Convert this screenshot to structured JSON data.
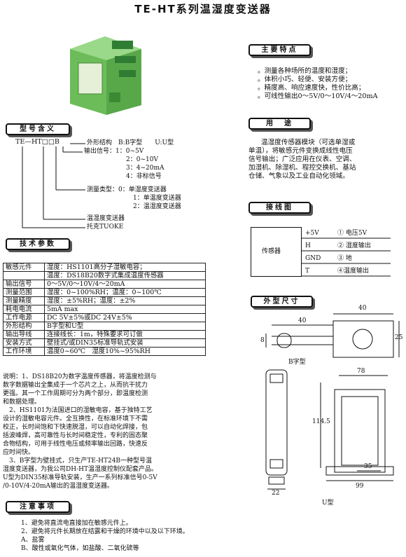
{
  "title": "TE-HT系列温湿度变送器",
  "sections": {
    "features": "主要特点",
    "use": "用　途",
    "wiring": "接线图",
    "model": "型号含义",
    "dims": "外型尺寸",
    "tech": "技术参数",
    "notes": "注意事项"
  },
  "features": [
    "。测量各种场所的温度和湿度；",
    "。体积小巧、轻便、安装方便；",
    "。精度高、响应速度快，性价比高；",
    "。可线性输出0～5V/0～10V/4～20mA"
  ],
  "use_text": [
    "温湿度传感器模块（可选单湿或",
    "单温），将敏感元件变换成线性电压",
    "信号输出；广泛应用在仪表、空调、",
    "加湿机、除湿机、程控交换机、基站",
    "仓储、气象以及工业自动化领域。"
  ],
  "model_code": {
    "prefix": "TE—HT□□B",
    "lines": [
      "外形结构　B:B字型　　U:U型",
      "输出信号：1：0~5V",
      "2：0~10V",
      "3：4~20mA",
      "4：非标信号",
      "测量类型：0：单湿度变送器",
      "1：单温度变送器",
      "2：温湿度变送器",
      "温湿度变送器",
      "托克TUOKE"
    ]
  },
  "spec_rows": [
    [
      "敏感元件",
      "湿度：HS1101高分子湿敏电容；"
    ],
    [
      "",
      "温度：DS18B20数字式集成温度传感器"
    ],
    [
      "输出信号",
      "0～5V/0～10V/4～20mA"
    ],
    [
      "测量范围",
      "湿度：0~100%RH；温度：0~100℃"
    ],
    [
      "测量精度",
      "湿度：±5%RH；温度：±2%"
    ],
    [
      "耗电电流",
      "5mA max"
    ],
    [
      "工作电源",
      "DC 5V±5%或DC 24V±5%"
    ],
    [
      "外形结构",
      "B字型和U型"
    ],
    [
      "输出导线",
      "连接线长：1m，特殊要求可订做"
    ],
    [
      "安装方式",
      "壁挂式/或DIN35标准导轨式安装"
    ],
    [
      "工作环境",
      "温度0~60℃　湿度10%~95%RH"
    ]
  ],
  "desc": [
    "说明：1、DS18B20为数字温度传感器，将温度检测与",
    "数字数据输出全集成于一个芯片之上，从而抗干扰力",
    "更强。其一个工作周期可分为两个部分，即温度检测",
    "和数据处理。",
    "　2、HS1101为法国进口的湿敏电容，基于独特工艺",
    "设计的湿敏电容元件。全互换性，在标准环境下不需",
    "校正，长时间饱和下快速脱湿，可以自动化焊接，包",
    "括波峰焊，高可靠性与长时间稳定性，专利的固态聚",
    "合物结构，可用于线性电压或频率输出回路，快速反",
    "应时间快。",
    "　3、B字型为壁挂式，只生产TE-HT24B一种型号温",
    "湿度变送器，为我公司DH-HT温湿度控制仪配套产品。",
    "U型为DIN35标准导轨安装，生产一系列标准信号0-5V",
    "/0-10V/4-20mA输出的温湿度变送器。"
  ],
  "wiring": {
    "box": "传感器",
    "rows": [
      [
        "+5V",
        "① 电压5V"
      ],
      [
        "H",
        "② 湿度输出"
      ],
      [
        "GND",
        "③ 地"
      ],
      [
        "T",
        "④温度输出"
      ]
    ]
  },
  "dims": {
    "b_label": "B字型",
    "u_label": "U型",
    "b_width": "40",
    "b_lead": "40",
    "b_height": "25",
    "b_small": "8",
    "u_width": "78",
    "u_height": "114.5",
    "u_base": "99",
    "u_foot": "35",
    "u_side": "22"
  },
  "notes": [
    "1、避免将直流电直接加在敏感元件上。",
    "2、避免将元件长期放在结露和干燥的环境中以及以下环境。",
    "A、盐雾",
    "B、酸性或氧化气体，如盐酸、二氧化硫等"
  ],
  "colors": {
    "module_green": "#7fc76a",
    "terminal_green": "#3f9a3a"
  }
}
